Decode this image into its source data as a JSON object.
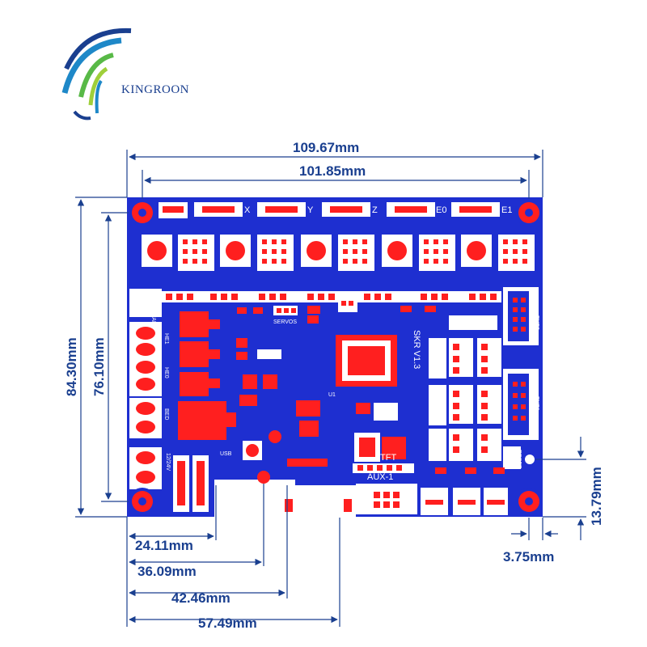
{
  "brand": {
    "name": "KINGROON",
    "colors": [
      "#1e88c8",
      "#1a3f8f",
      "#58b947",
      "#9fcf3a"
    ]
  },
  "board": {
    "model": "SKR V1.3",
    "color": "#1e2fd0",
    "pad_color": "#ff1f1f",
    "motor_labels": [
      "X",
      "Y",
      "Z",
      "E0",
      "E1"
    ],
    "ports": {
      "fan": "-FAN+",
      "he1": "HE1",
      "he0": "HE0",
      "bed": "BED",
      "power": "12/24V",
      "usb": "USB",
      "tft": "TFT",
      "aux": "AUX-1",
      "exp1": "EXP1",
      "exp2": "EXP2",
      "reset": "RESET",
      "servos": "SERVOS",
      "u1": "U1"
    }
  },
  "dimensions": {
    "overall_width": "109.67mm",
    "hole_spacing_width": "101.85mm",
    "overall_height": "84.30mm",
    "hole_spacing_height": "76.10mm",
    "hole_to_usb": "24.11mm",
    "hole_to_sd": "36.09mm",
    "hole_to_jack": "42.46mm",
    "hole_to_tf": "57.49mm",
    "right_offset": "3.75mm",
    "bottom_offset": "13.79mm"
  }
}
